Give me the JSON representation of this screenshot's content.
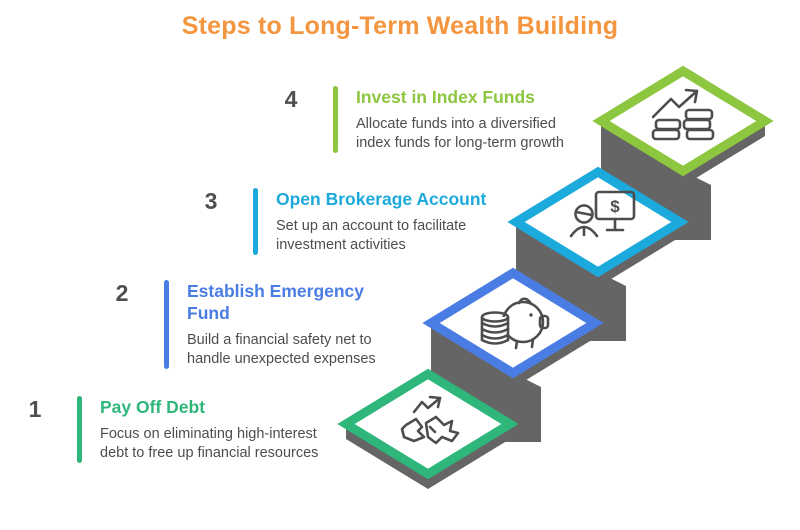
{
  "title": {
    "text": "Steps to Long-Term Wealth Building",
    "color": "#F4953F"
  },
  "steps": [
    {
      "number": "1",
      "accent": "#2FB77B",
      "heading_lines": [
        "Pay Off Debt",
        ""
      ],
      "desc_lines": [
        "Focus on eliminating high-interest",
        "debt to free up financial resources"
      ],
      "icon": "crumpled-debt-arrow-icon"
    },
    {
      "number": "2",
      "accent": "#4A7DE4",
      "heading_lines": [
        "Establish Emergency",
        "Fund"
      ],
      "desc_lines": [
        "Build a financial safety net to",
        "handle unexpected expenses"
      ],
      "icon": "piggy-bank-coins-icon"
    },
    {
      "number": "3",
      "accent": "#1CA9DB",
      "heading_lines": [
        "Open Brokerage Account",
        ""
      ],
      "desc_lines": [
        "Set up an account to facilitate",
        "investment activities"
      ],
      "icon": "person-monitor-dollar-icon"
    },
    {
      "number": "4",
      "accent": "#8DC63F",
      "heading_lines": [
        "Invest in Index Funds",
        ""
      ],
      "desc_lines": [
        "Allocate funds into a diversified",
        "index funds for long-term growth"
      ],
      "icon": "growth-chart-coins-icon"
    }
  ],
  "staircase": {
    "gray": "#666566",
    "icon_stroke": "#4D4D4D",
    "platform_fill": "#FFFFFF"
  }
}
